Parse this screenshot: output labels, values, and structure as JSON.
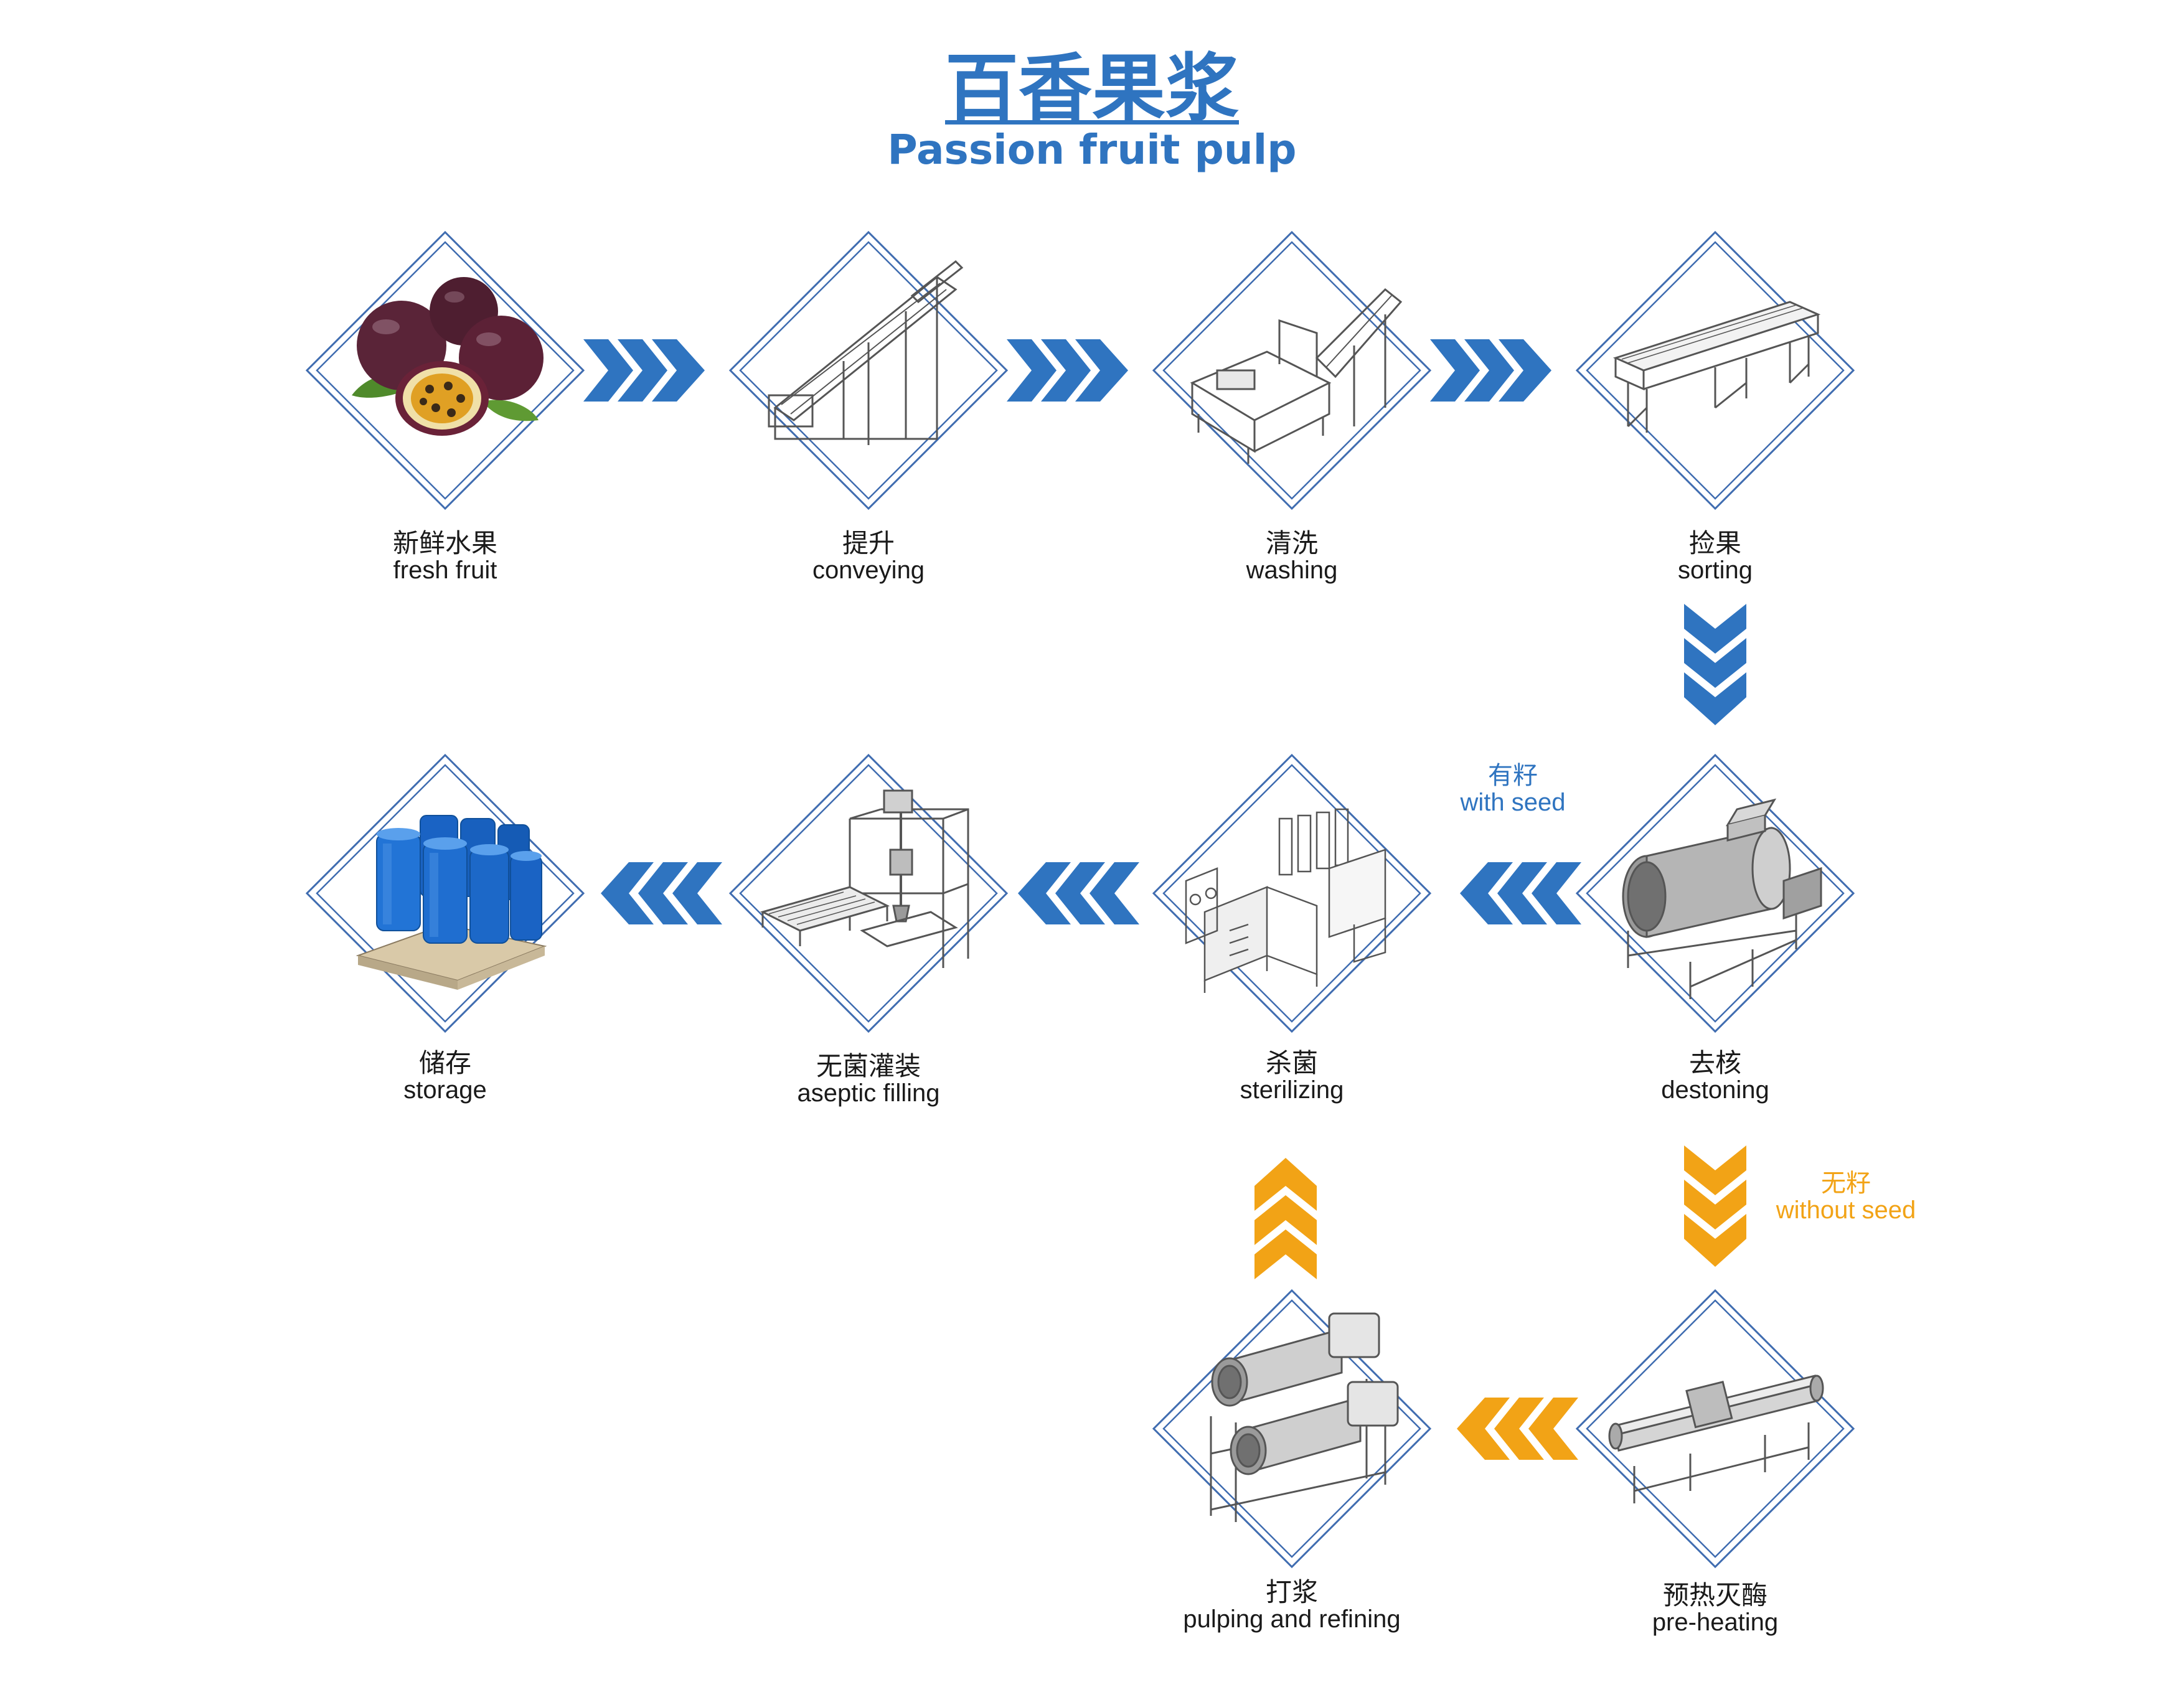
{
  "title": {
    "cn": "百香果浆",
    "en": "Passion fruit pulp"
  },
  "colors": {
    "blue": "#2f74c0",
    "orange": "#f2a316",
    "frame": "#3f6cb0"
  },
  "steps": [
    {
      "id": "fresh_fruit",
      "cn": "新鲜水果",
      "en": "fresh fruit",
      "icon": "passion-fruit-image"
    },
    {
      "id": "conveying",
      "cn": "提升",
      "en": "conveying",
      "icon": "elevator-conveyor-icon"
    },
    {
      "id": "washing",
      "cn": "清洗",
      "en": "washing",
      "icon": "washing-machine-icon"
    },
    {
      "id": "sorting",
      "cn": "捡果",
      "en": "sorting",
      "icon": "sorting-conveyor-icon"
    },
    {
      "id": "destoning",
      "cn": "去核",
      "en": "destoning",
      "icon": "destoner-machine-icon"
    },
    {
      "id": "sterilizing",
      "cn": "杀菌",
      "en": "sterilizing",
      "icon": "sterilizer-plant-icon"
    },
    {
      "id": "aseptic_filling",
      "cn": "无菌灌装",
      "en": "aseptic filling",
      "icon": "aseptic-filler-icon"
    },
    {
      "id": "storage",
      "cn": "储存",
      "en": "storage",
      "icon": "blue-drums-icon"
    },
    {
      "id": "pre_heating",
      "cn": "预热灭酶",
      "en": "pre-heating",
      "icon": "tube-heater-icon"
    },
    {
      "id": "pulping",
      "cn": "打浆",
      "en": "pulping and refining",
      "icon": "pulper-machine-icon"
    }
  ],
  "branches": {
    "with_seed": {
      "cn": "有籽",
      "en": "with seed"
    },
    "without_seed": {
      "cn": "无籽",
      "en": "without seed"
    }
  }
}
